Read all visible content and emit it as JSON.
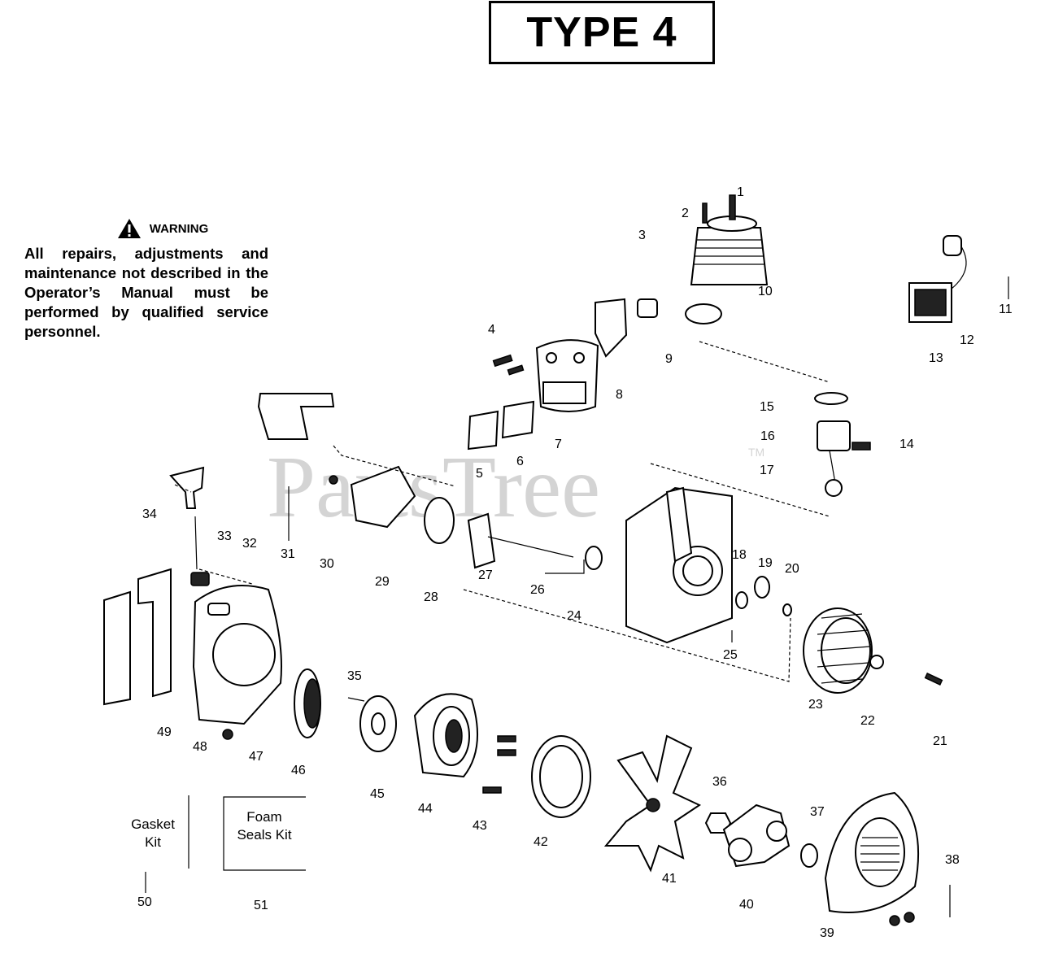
{
  "title": "TYPE 4",
  "warning": {
    "heading": "WARNING",
    "text": "All repairs, adjustments and maintenance not described in the Operator’s Manual must be performed by qualified service personnel."
  },
  "watermark": {
    "text": "PartsTree",
    "tm": "TM"
  },
  "kits": {
    "gasket": "Gasket Kit",
    "foam": "Foam Seals Kit"
  },
  "callouts": {
    "c1": "1",
    "c2": "2",
    "c3": "3",
    "c4": "4",
    "c5": "5",
    "c6": "6",
    "c7": "7",
    "c8": "8",
    "c9": "9",
    "c10": "10",
    "c11": "11",
    "c12": "12",
    "c13": "13",
    "c14": "14",
    "c15": "15",
    "c16": "16",
    "c17": "17",
    "c18": "18",
    "c19": "19",
    "c20": "20",
    "c21": "21",
    "c22": "22",
    "c23": "23",
    "c24": "24",
    "c25": "25",
    "c26": "26",
    "c27": "27",
    "c28": "28",
    "c29": "29",
    "c30": "30",
    "c31": "31",
    "c32": "32",
    "c33": "33",
    "c34": "34",
    "c35": "35",
    "c36": "36",
    "c37": "37",
    "c38": "38",
    "c39": "39",
    "c40": "40",
    "c41": "41",
    "c42": "42",
    "c43": "43",
    "c44": "44",
    "c45": "45",
    "c46": "46",
    "c47": "47",
    "c48": "48",
    "c49": "49",
    "c50": "50",
    "c51": "51"
  }
}
